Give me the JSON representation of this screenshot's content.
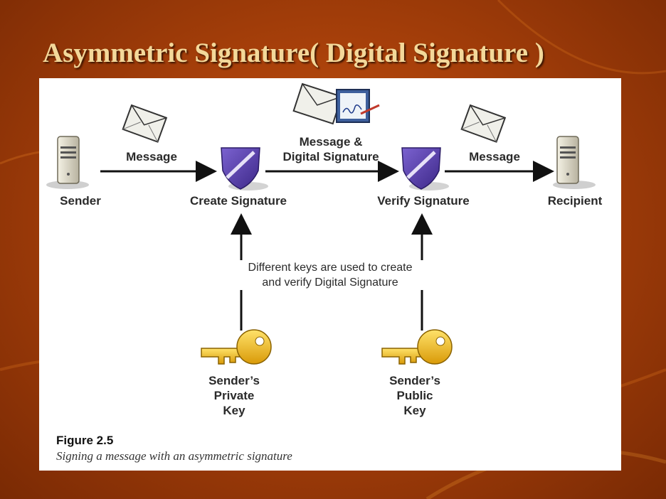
{
  "slide": {
    "title": "Asymmetric Signature( Digital Signature )"
  },
  "diagram": {
    "nodes": {
      "sender": "Sender",
      "create_signature": "Create Signature",
      "verify_signature": "Verify Signature",
      "recipient": "Recipient"
    },
    "edges": {
      "sender_to_create": "Message",
      "create_to_verify_line1": "Message &",
      "create_to_verify_line2": "Digital Signature",
      "verify_to_recipient": "Message"
    },
    "note_line1": "Different keys are used to create",
    "note_line2": "and verify Digital Signature",
    "keys": {
      "private": {
        "line1": "Sender’s",
        "line2": "Private",
        "line3": "Key"
      },
      "public": {
        "line1": "Sender’s",
        "line2": "Public",
        "line3": "Key"
      }
    },
    "figure_number": "Figure 2.5",
    "figure_caption": "Signing a message with an asymmetric signature"
  },
  "colors": {
    "background": "#a8400a",
    "title": "#f3d89a",
    "shield": "#5a3fa8",
    "key": "#f2c21b"
  }
}
